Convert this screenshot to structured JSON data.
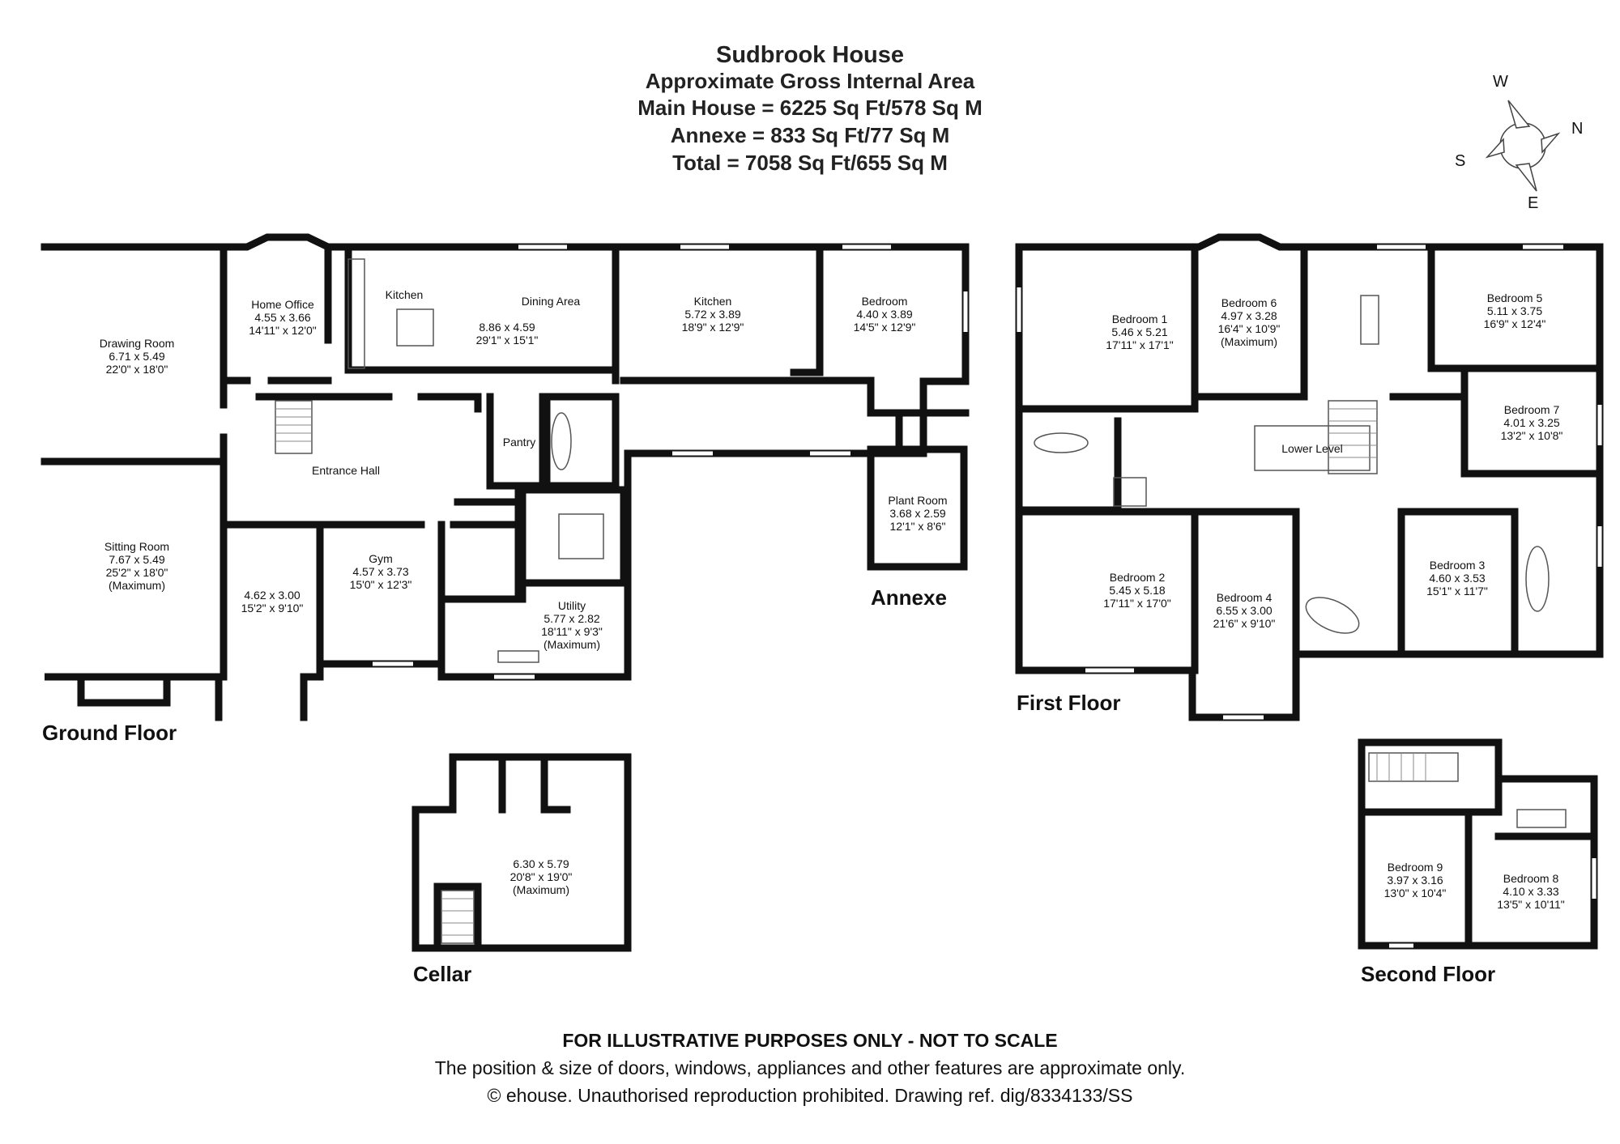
{
  "header": {
    "title": "Sudbrook House",
    "line1": "Approximate Gross Internal Area",
    "line2": "Main House = 6225 Sq Ft/578 Sq M",
    "line3": "Annexe = 833 Sq Ft/77 Sq M",
    "line4": "Total = 7058 Sq Ft/655 Sq M"
  },
  "compass": {
    "w": "W",
    "n": "N",
    "s": "S",
    "e": "E"
  },
  "floors": {
    "ground": "Ground Floor",
    "first": "First Floor",
    "second": "Second Floor",
    "cellar": "Cellar",
    "annexe": "Annexe"
  },
  "rooms": {
    "drawing_room": {
      "name": "Drawing Room",
      "metric": "6.71 x 5.49",
      "imperial": "22'0\" x 18'0\""
    },
    "home_office": {
      "name": "Home Office",
      "metric": "4.55 x 3.66",
      "imperial": "14'11\" x 12'0\""
    },
    "kitchen_main": {
      "name": "Kitchen"
    },
    "dining_area": {
      "name": "Dining Area",
      "metric": "8.86 x 4.59",
      "imperial": "29'1\" x 15'1\""
    },
    "kitchen_annexe": {
      "name": "Kitchen",
      "metric": "5.72 x 3.89",
      "imperial": "18'9\" x 12'9\""
    },
    "bedroom_annexe": {
      "name": "Bedroom",
      "metric": "4.40 x 3.89",
      "imperial": "14'5\" x 12'9\""
    },
    "entrance_hall": {
      "name": "Entrance Hall"
    },
    "pantry": {
      "name": "Pantry"
    },
    "plant_room": {
      "name": "Plant Room",
      "metric": "3.68 x 2.59",
      "imperial": "12'1\" x 8'6\""
    },
    "sitting_room": {
      "name": "Sitting Room",
      "metric": "7.67 x 5.49",
      "imperial": "25'2\" x 18'0\"",
      "note": "(Maximum)"
    },
    "room_unnamed": {
      "metric": "4.62 x 3.00",
      "imperial": "15'2\" x 9'10\""
    },
    "gym": {
      "name": "Gym",
      "metric": "4.57 x 3.73",
      "imperial": "15'0\" x 12'3\""
    },
    "utility": {
      "name": "Utility",
      "metric": "5.77 x 2.82",
      "imperial": "18'11\" x 9'3\"",
      "note": "(Maximum)"
    },
    "bedroom1": {
      "name": "Bedroom 1",
      "metric": "5.46 x 5.21",
      "imperial": "17'11\" x 17'1\""
    },
    "bedroom6": {
      "name": "Bedroom 6",
      "metric": "4.97 x 3.28",
      "imperial": "16'4\" x 10'9\"",
      "note": "(Maximum)"
    },
    "bedroom5": {
      "name": "Bedroom 5",
      "metric": "5.11 x 3.75",
      "imperial": "16'9\" x 12'4\""
    },
    "bedroom7": {
      "name": "Bedroom 7",
      "metric": "4.01 x 3.25",
      "imperial": "13'2\" x 10'8\""
    },
    "lower_level": {
      "name": "Lower Level"
    },
    "bedroom2": {
      "name": "Bedroom 2",
      "metric": "5.45 x 5.18",
      "imperial": "17'11\" x 17'0\""
    },
    "bedroom4": {
      "name": "Bedroom 4",
      "metric": "6.55 x 3.00",
      "imperial": "21'6\" x 9'10\""
    },
    "bedroom3": {
      "name": "Bedroom 3",
      "metric": "4.60 x 3.53",
      "imperial": "15'1\" x 11'7\""
    },
    "cellar_room": {
      "metric": "6.30 x 5.79",
      "imperial": "20'8\" x 19'0\"",
      "note": "(Maximum)"
    },
    "bedroom9": {
      "name": "Bedroom 9",
      "metric": "3.97 x 3.16",
      "imperial": "13'0\" x 10'4\""
    },
    "bedroom8": {
      "name": "Bedroom 8",
      "metric": "4.10 x 3.33",
      "imperial": "13'5\" x 10'11\""
    }
  },
  "footer": {
    "disclaimer": "FOR ILLUSTRATIVE PURPOSES ONLY - NOT TO SCALE",
    "note": "The position & size of doors, windows, appliances and other features are approximate only.",
    "copyright": "© ehouse. Unauthorised reproduction prohibited. Drawing ref. dig/8334133/SS"
  },
  "colors": {
    "wall": "#111111",
    "fixture": "#555555",
    "window": "#ffffff",
    "background": "#ffffff"
  }
}
